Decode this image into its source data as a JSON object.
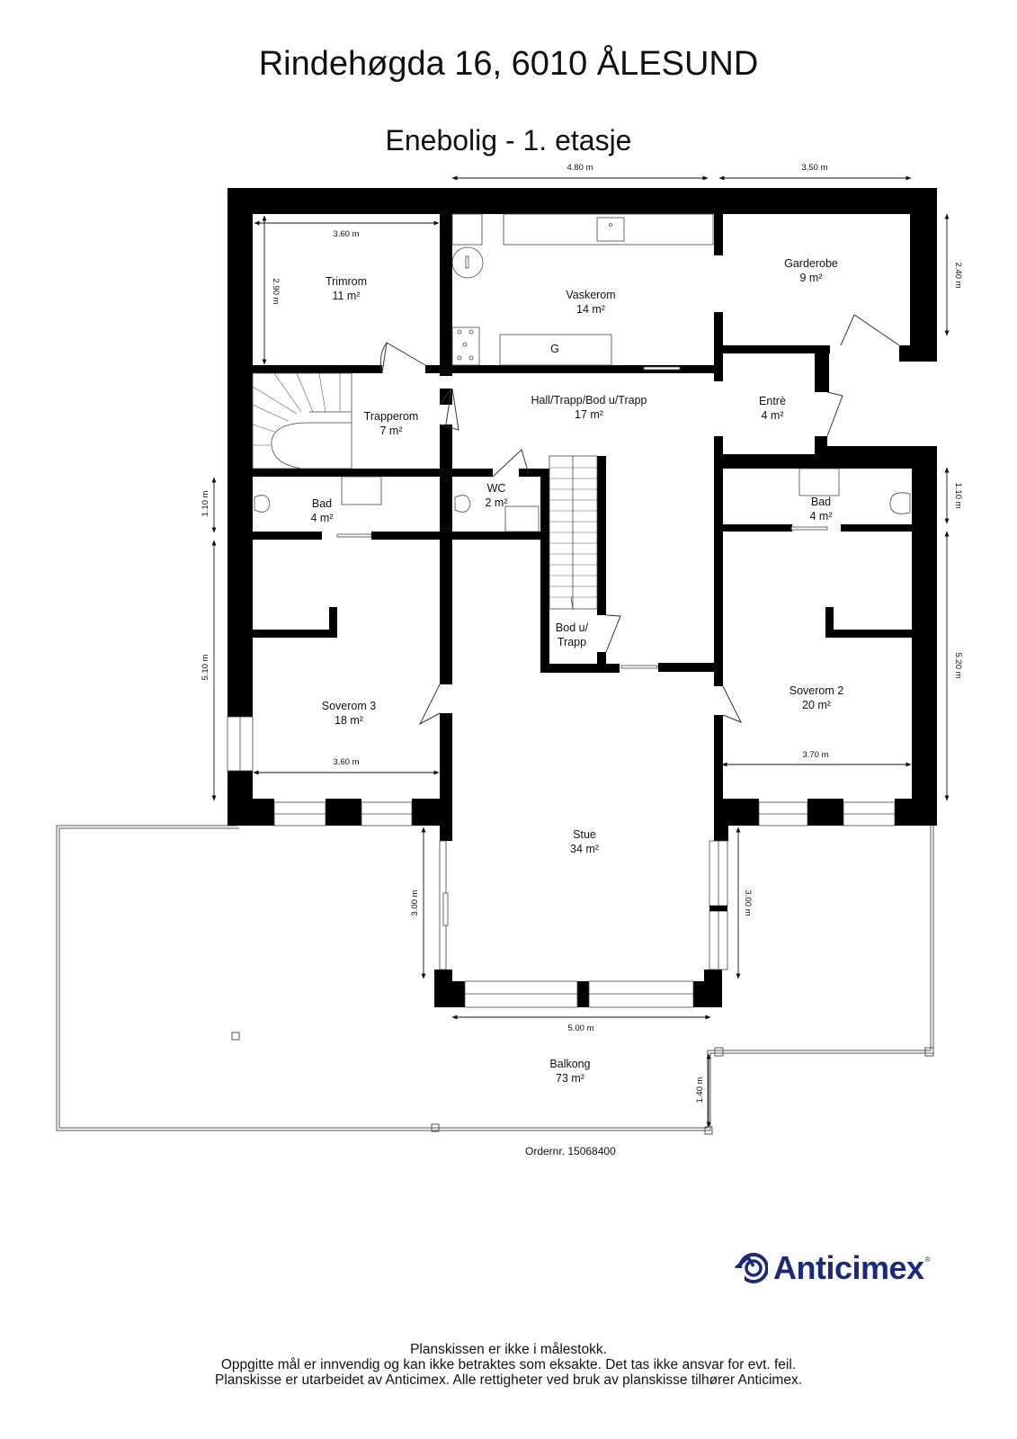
{
  "header": {
    "title": "Rindehøgda 16, 6010 ÅLESUND",
    "subtitle": "Enebolig - 1. etasje"
  },
  "rooms": {
    "trimrom": {
      "name": "Trimrom",
      "area": "11 m²"
    },
    "vaskerom": {
      "name": "Vaskerom",
      "area": "14 m²",
      "appliance_label": "G"
    },
    "garderobe": {
      "name": "Garderobe",
      "area": "9 m²"
    },
    "trapperom": {
      "name": "Trapperom",
      "area": "7 m²"
    },
    "hall": {
      "name": "Hall/Trapp/Bod u/Trapp",
      "area": "17 m²"
    },
    "entre": {
      "name": "Entrè",
      "area": "4 m²"
    },
    "bad_left": {
      "name": "Bad",
      "area": "4 m²"
    },
    "wc": {
      "name": "WC",
      "area": "2 m²"
    },
    "bad_right": {
      "name": "Bad",
      "area": "4 m²"
    },
    "bod": {
      "name_line1": "Bod u/",
      "name_line2": "Trapp"
    },
    "soverom3": {
      "name": "Soverom 3",
      "area": "18 m²"
    },
    "soverom2": {
      "name": "Soverom 2",
      "area": "20 m²"
    },
    "stue": {
      "name": "Stue",
      "area": "34 m²"
    },
    "balkong": {
      "name": "Balkong",
      "area": "73 m²"
    }
  },
  "dimensions": {
    "top_middle": "4.80 m",
    "top_right": "3.50 m",
    "trimrom_width": "3.60 m",
    "trimrom_height": "2.90 m",
    "garderobe_height": "2.40 m",
    "bad_left_height": "1.10 m",
    "bad_right_height": "1.10 m",
    "soverom3_height": "5.10 m",
    "soverom2_height": "5.20 m",
    "soverom3_width": "3.60 m",
    "soverom2_width": "3.70 m",
    "stue_left_height": "3.00 m",
    "stue_right_height": "3.00 m",
    "stue_width": "5.00 m",
    "balkong_step": "1.40 m"
  },
  "order": {
    "label": "Ordernr. 15068400"
  },
  "logo": {
    "name": "Anticimex",
    "registered": "®",
    "color": "#1a2a7c"
  },
  "footer": {
    "line1": "Planskissen er ikke i målestokk.",
    "line2": "Oppgitte mål er innvendig og kan ikke betraktes som eksakte. Det tas ikke ansvar for evt. feil.",
    "line3": "Planskisse er utarbeidet av Anticimex. Alle rettigheter ved bruk av planskisse tilhører Anticimex."
  }
}
